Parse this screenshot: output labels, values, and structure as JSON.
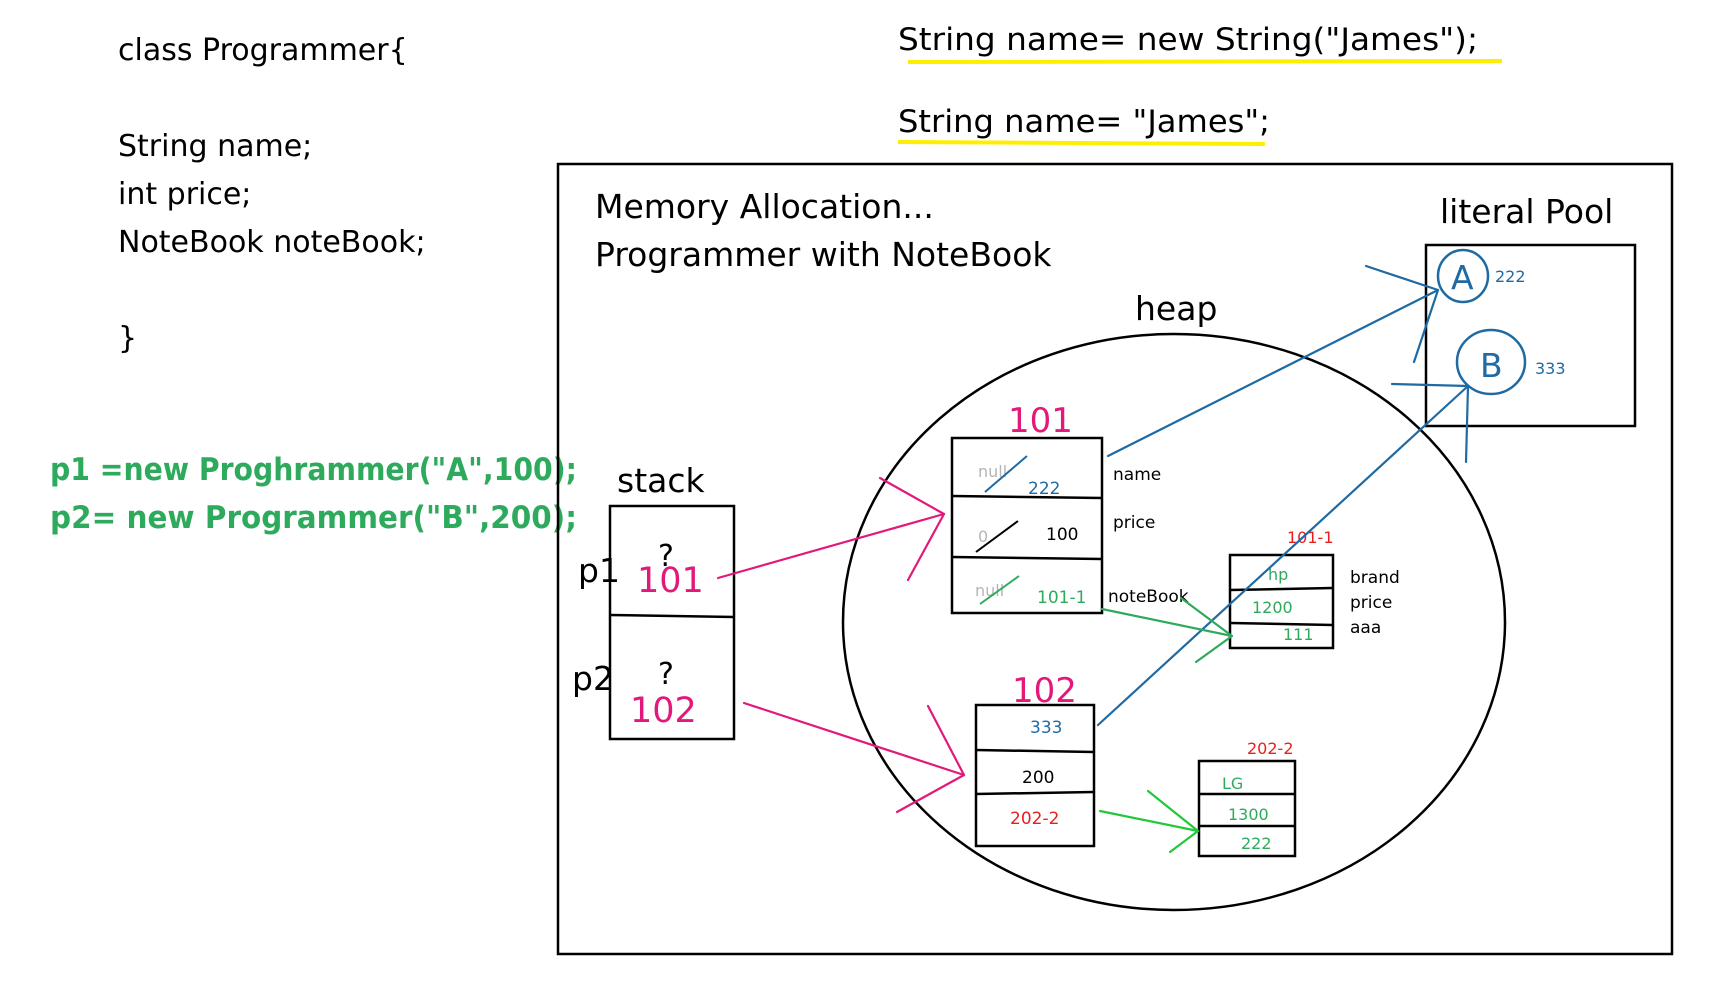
{
  "code": {
    "lines": [
      "class Programmer{",
      "String name;",
      "int price;",
      "NoteBook noteBook;",
      "}"
    ],
    "creation": [
      "p1 =new Proghrammer(\"A\",100);",
      "p2=  new Programmer(\"B\",200);"
    ],
    "string_examples": [
      "String name=  new String(\"James\");",
      "String name= \"James\";"
    ]
  },
  "diagram": {
    "title_lines": [
      "Memory Allocation...",
      "Programmer with NoteBook"
    ],
    "stack": {
      "label": "stack",
      "slots": [
        {
          "var": "p1",
          "old": "?",
          "value": "101"
        },
        {
          "var": "p2",
          "old": "?",
          "value": "102"
        }
      ]
    },
    "heap": {
      "label": "heap",
      "programmer1": {
        "address": "101",
        "fields": [
          {
            "old": "null",
            "value": "222",
            "label": "name"
          },
          {
            "old": "0",
            "value": "100",
            "label": "price"
          },
          {
            "old": "null",
            "value": "101-1",
            "label": "noteBook"
          }
        ]
      },
      "notebook1": {
        "address": "101-1",
        "values": [
          "hp",
          "1200",
          "111"
        ],
        "labels": [
          "brand",
          "price",
          "aaa"
        ]
      },
      "programmer2": {
        "address": "102",
        "values": [
          "333",
          "200",
          "202-2"
        ]
      },
      "notebook2": {
        "address": "202-2",
        "values": [
          "LG",
          "1300",
          "222"
        ]
      }
    },
    "literal_pool": {
      "label": "literal Pool",
      "items": [
        {
          "letter": "A",
          "address": "222"
        },
        {
          "letter": "B",
          "address": "333"
        }
      ]
    }
  },
  "colors": {
    "black": "#000000",
    "green": "#2eaa5c",
    "pink": "#e2197a",
    "blue": "#1f6aa3",
    "red": "#e8201d",
    "gray": "#b5b5b5",
    "yellow": "#ffee00",
    "bright_green": "#21c93a"
  }
}
